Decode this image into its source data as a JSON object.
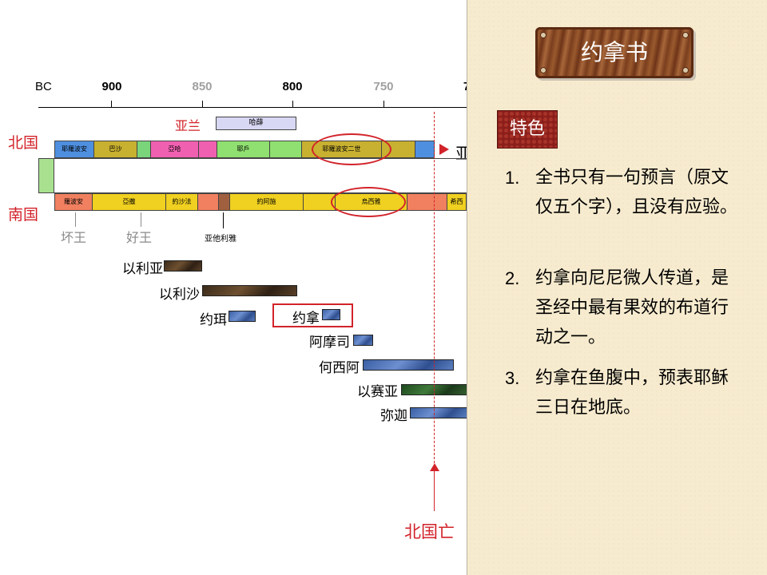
{
  "axis": {
    "era": "BC",
    "ticks": [
      {
        "label": "900",
        "gray": false
      },
      {
        "label": "850",
        "gray": true
      },
      {
        "label": "800",
        "gray": false
      },
      {
        "label": "750",
        "gray": true
      },
      {
        "label": "7",
        "gray": false
      }
    ]
  },
  "kingdoms": {
    "north_label": "北国",
    "south_label": "南国",
    "aram_label": "亚兰",
    "aram_king": "哈薛",
    "arrow_text": "亚",
    "north_kings": [
      "耶羅波安",
      "巴沙",
      "亞哈",
      "耶戶",
      "耶羅波安二世"
    ],
    "south_kings": [
      "羅波安",
      "亞撒",
      "約沙法",
      "約阿施",
      "烏西雅",
      "希西"
    ],
    "notes": {
      "bad_king": "坏王",
      "good_king": "好王",
      "athaliah": "亚他利雅"
    },
    "fall_label": "北国亡"
  },
  "prophets": [
    {
      "name": "以利亚",
      "color": "brown"
    },
    {
      "name": "以利沙",
      "color": "brown"
    },
    {
      "name": "约珥",
      "color": "blue"
    },
    {
      "name": "约拿",
      "color": "blue"
    },
    {
      "name": "阿摩司",
      "color": "blue"
    },
    {
      "name": "何西阿",
      "color": "blue"
    },
    {
      "name": "以赛亚",
      "color": "green"
    },
    {
      "name": "弥迦",
      "color": "blue"
    }
  ],
  "panel": {
    "title": "约拿书",
    "feature_label": "特色",
    "items": [
      {
        "num": "1.",
        "text": "全书只有一句预言（原文仅五个字），且没有应验。"
      },
      {
        "num": "2.",
        "text": "约拿向尼尼微人传道，是圣经中最有果效的布道行动之一。"
      },
      {
        "num": "3.",
        "text": "约拿在鱼腹中，预表耶稣三日在地底。"
      }
    ]
  },
  "colors": {
    "accent_red": "#d2232a",
    "panel_bg": "#f7ebcf",
    "feature_bg": "#8b1e1a"
  }
}
